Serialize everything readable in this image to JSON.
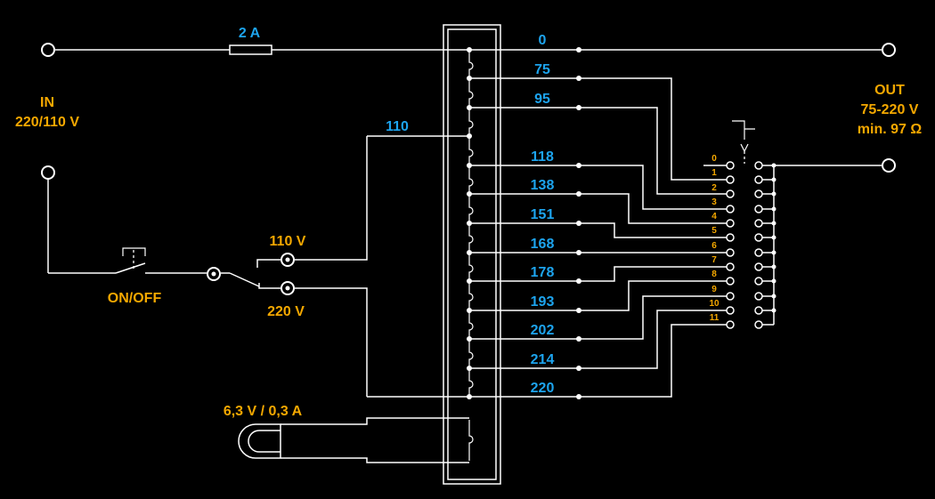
{
  "labels": {
    "in_line1": "IN",
    "in_line2": "220/110 V",
    "out_line1": "OUT",
    "out_line2": "75-220 V",
    "out_line3": "min. 97 Ω",
    "fuse": "2 A",
    "switch": "ON/OFF",
    "sel_110": "110 V",
    "sel_220": "220 V",
    "lamp": "6,3 V / 0,3 A",
    "primary_tap": "110"
  },
  "taps": [
    "0",
    "75",
    "95",
    "118",
    "138",
    "151",
    "168",
    "178",
    "193",
    "202",
    "214",
    "220"
  ],
  "positions": [
    "0",
    "1",
    "2",
    "3",
    "4",
    "5",
    "6",
    "7",
    "8",
    "9",
    "10",
    "11"
  ],
  "colors": {
    "tap_label": "#1da4ee",
    "io_label": "#f5a800",
    "wire": "#ffffff",
    "background": "#000000"
  }
}
